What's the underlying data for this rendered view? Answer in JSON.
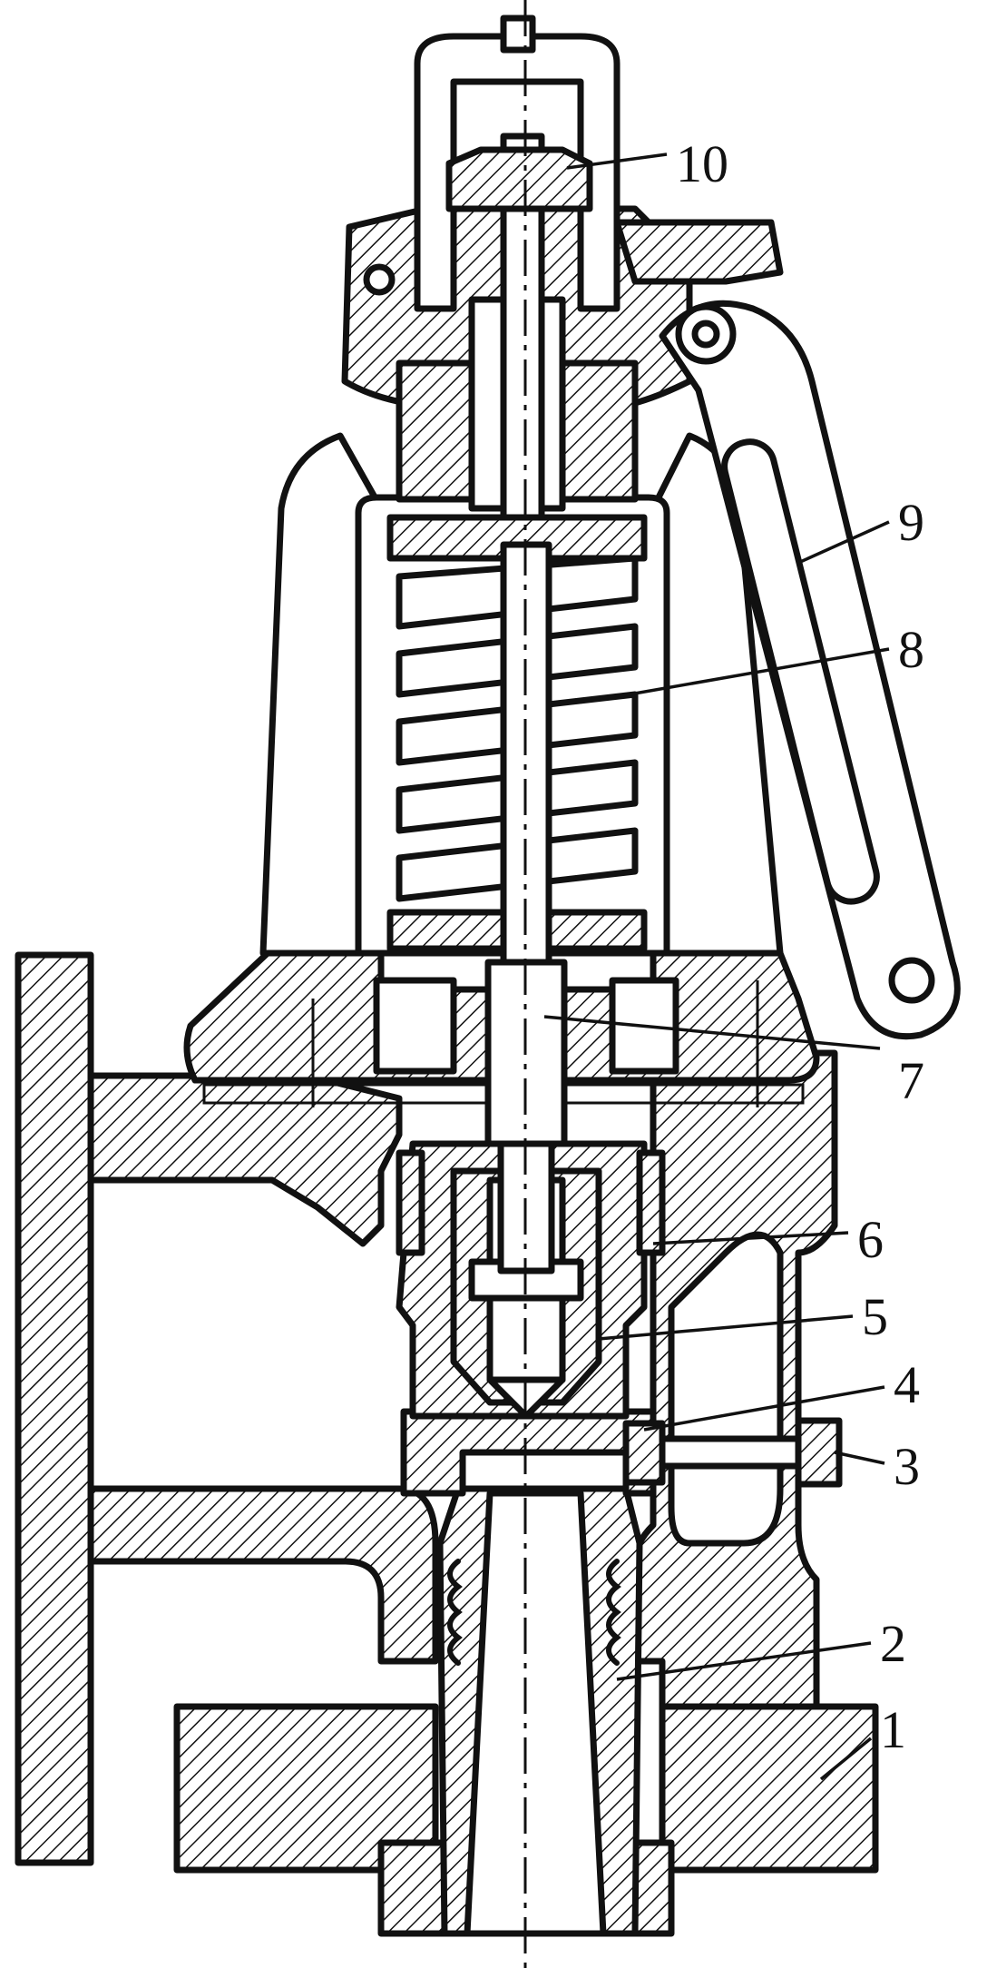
{
  "labels": {
    "l1": "1",
    "l2": "2",
    "l3": "3",
    "l4": "4",
    "l5": "5",
    "l6": "6",
    "l7": "7",
    "l8": "8",
    "l9": "9",
    "l10": "10"
  },
  "colors": {
    "ink": "#111111",
    "paper": "#ffffff"
  }
}
